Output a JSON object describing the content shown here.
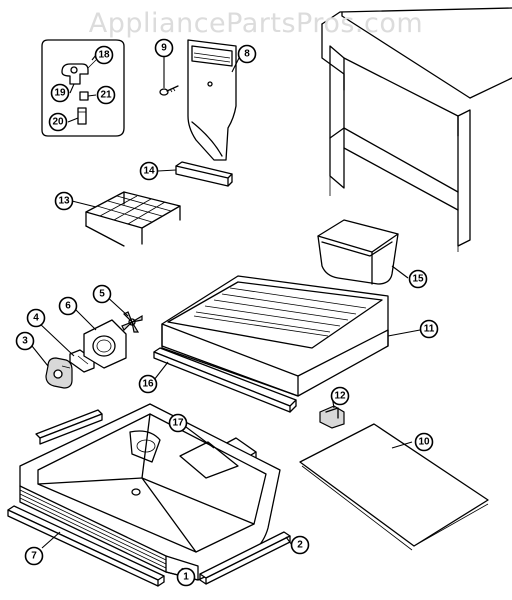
{
  "watermark": "AppliancePartsPros.com",
  "callouts": [
    {
      "id": "c1",
      "label": "1"
    },
    {
      "id": "c2",
      "label": "2"
    },
    {
      "id": "c3",
      "label": "3"
    },
    {
      "id": "c4",
      "label": "4"
    },
    {
      "id": "c5",
      "label": "5"
    },
    {
      "id": "c6",
      "label": "6"
    },
    {
      "id": "c7",
      "label": "7"
    },
    {
      "id": "c8",
      "label": "8"
    },
    {
      "id": "c9",
      "label": "9"
    },
    {
      "id": "c10",
      "label": "10"
    },
    {
      "id": "c11",
      "label": "11"
    },
    {
      "id": "c12",
      "label": "12"
    },
    {
      "id": "c13",
      "label": "13"
    },
    {
      "id": "c14",
      "label": "14"
    },
    {
      "id": "c15",
      "label": "15"
    },
    {
      "id": "c16",
      "label": "16"
    },
    {
      "id": "c17",
      "label": "17"
    },
    {
      "id": "c18",
      "label": "18"
    },
    {
      "id": "c19",
      "label": "19"
    },
    {
      "id": "c20",
      "label": "20"
    },
    {
      "id": "c21",
      "label": "21"
    }
  ]
}
